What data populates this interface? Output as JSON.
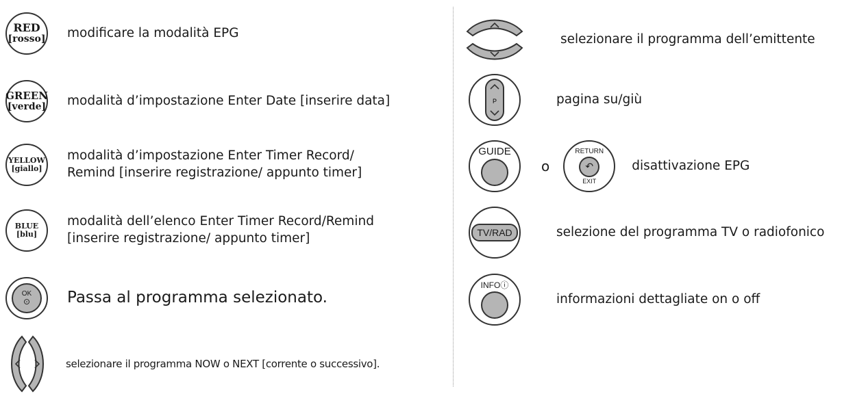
{
  "left": {
    "red": {
      "btn_line1": "RED",
      "btn_line2": "[rosso]",
      "text": "modificare la modalità EPG"
    },
    "green": {
      "btn_line1": "GREEN",
      "btn_line2": "[verde]",
      "text": "modalità d’impostazione Enter Date [inserire data]"
    },
    "yellow": {
      "btn_line1": "YELLOW",
      "btn_line2": "[giallo]",
      "text_line1": "modalità d’impostazione Enter Timer Record/",
      "text_line2": "Remind [inserire registrazione/ appunto timer]"
    },
    "blue": {
      "btn_line1": "BLUE",
      "btn_line2": "[blu]",
      "text_line1": "modalità dell’elenco Enter Timer Record/Remind",
      "text_line2": "[inserire registrazione/ appunto timer]"
    },
    "ok": {
      "btn_label": "OK",
      "text": "Passa al programma selezionato."
    },
    "nav": {
      "text": "selezionare il programma NOW o NEXT  [corrente o successivo]."
    }
  },
  "right": {
    "updown": {
      "text": "selezionare il programma dell’emittente"
    },
    "page": {
      "btn_label": "P",
      "text": "pagina su/giù"
    },
    "guide": {
      "btn_label": "GUIDE",
      "connector": "o",
      "return_label": "RETURN",
      "exit_label": "EXIT",
      "text": "disattivazione EPG"
    },
    "tvrad": {
      "btn_label": "TV/RAD",
      "text": "selezione del programma TV o radiofonico"
    },
    "info": {
      "btn_label": "INFO",
      "text": "informazioni dettagliate on o off"
    }
  }
}
